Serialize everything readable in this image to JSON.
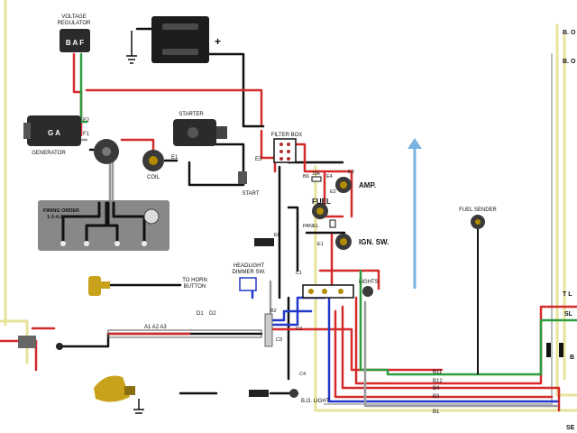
{
  "labels": {
    "voltage_regulator_line1": "VOLTAGE",
    "voltage_regulator_line2": "REGULATOR",
    "regulator_terminals": "B A F",
    "generator": "GENERATOR",
    "gen_terminals": "G A",
    "f1": "F1",
    "f2": "F2",
    "starter": "STARTER",
    "start": "START",
    "coil": "COIL",
    "e1": "E1",
    "e2": "E2",
    "e3": "E3",
    "e4": "E4",
    "e5": "E5",
    "e6": "E6",
    "filter_box": "FILTER BOX",
    "firing_order_line1": "FIRING ORDER",
    "firing_order_line2": "1-3-4-2",
    "amp": "AMP.",
    "fuel": "FUEL",
    "panel": "PANEL",
    "ign_sw": "IGN. SW.",
    "fuel_sender": "FUEL SENDER",
    "to_horn_line1": "TO HORN",
    "to_horn_line2": "BUTTON",
    "headlight_line1": "HEADLIGHT",
    "headlight_line2": "DIMMER SW.",
    "lights": "LIGHTS",
    "bo_light": "B.O. LIGHT",
    "a1a2a3": "A1 A2 A3",
    "d1": "D1",
    "d2": "D2",
    "b2": "B2",
    "b6": "B6",
    "c1": "C1",
    "c2": "C2",
    "c3": "C3",
    "c4": "C4",
    "fuse_15a": "15A",
    "b11": "B11",
    "b12": "B12",
    "b4": "B4",
    "b3": "B3",
    "b1": "B1",
    "right_bo_1": "B. O",
    "right_bo_2": "B. O",
    "right_t": "T L",
    "right_sl": "SL",
    "right_se": "SE",
    "right_b": "B",
    "plus": "+"
  },
  "colors": {
    "red": "#d42a2a",
    "black": "#111111",
    "green": "#2e9b3e",
    "blue": "#2238c8",
    "gray": "#9a9a9a",
    "yellow": "#e6e39a",
    "arrow": "#7ab3e0",
    "panel_bg": "#888888"
  },
  "icons": [
    "battery-icon",
    "ground-icon",
    "coil-icon",
    "fuse-icon",
    "arrow-up-icon",
    "horn-icon"
  ]
}
